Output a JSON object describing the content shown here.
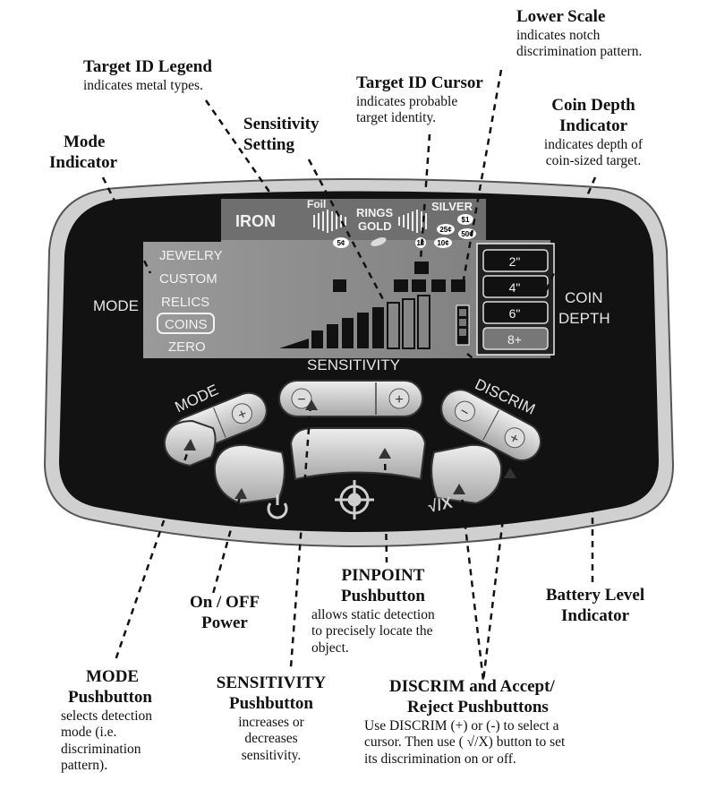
{
  "device": {
    "lcd": {
      "legend": {
        "iron": "IRON",
        "foil": "Foil",
        "rings": "RINGS",
        "gold": "GOLD",
        "silver": "SILVER",
        "coins": [
          "5¢",
          "1¢",
          "10¢",
          "25¢",
          "50¢",
          "$1"
        ]
      },
      "modes": [
        "JEWELRY",
        "CUSTOM",
        "RELICS",
        "COINS",
        "ZERO"
      ],
      "selected_mode": "COINS",
      "mode_label": "MODE",
      "depth_label_1": "COIN",
      "depth_label_2": "DEPTH",
      "depth_values": [
        "2\"",
        "4\"",
        "6\"",
        "8+"
      ]
    },
    "buttons": {
      "mode": "MODE",
      "sensitivity": "SENSITIVITY",
      "discrim": "DISCRIM",
      "plus": "+",
      "minus": "−",
      "accept_reject": "√/X"
    },
    "icons": {
      "power": "power-icon",
      "pinpoint": "crosshair-icon"
    }
  },
  "annotations": {
    "target_id_legend": {
      "title": "Target ID Legend",
      "desc": "indicates metal types."
    },
    "mode_indicator": {
      "title_1": "Mode",
      "title_2": "Indicator"
    },
    "sensitivity_setting": {
      "title_1": "Sensitivity",
      "title_2": "Setting"
    },
    "target_id_cursor": {
      "title": "Target ID Cursor",
      "desc_1": "indicates probable",
      "desc_2": "target identity."
    },
    "lower_scale": {
      "title": "Lower Scale",
      "desc_1": "indicates notch",
      "desc_2": "discrimination pattern."
    },
    "coin_depth": {
      "title_1": "Coin Depth",
      "title_2": "Indicator",
      "desc_1": "indicates depth of",
      "desc_2": "coin-sized target."
    },
    "pinpoint": {
      "title_1": "PINPOINT",
      "title_2": "Pushbutton",
      "desc_1": "allows static detection",
      "desc_2": "to precisely locate the",
      "desc_3": "object."
    },
    "on_off": {
      "title_1": "On / OFF",
      "title_2": "Power"
    },
    "battery": {
      "title_1": "Battery Level",
      "title_2": "Indicator"
    },
    "mode_button": {
      "title_1": "MODE",
      "title_2": "Pushbutton",
      "desc_1": "selects detection",
      "desc_2": "mode (i.e.",
      "desc_3": "discrimination",
      "desc_4": "pattern)."
    },
    "sensitivity_button": {
      "title_1": "SENSITIVITY",
      "title_2": "Pushbutton",
      "desc_1": "increases or",
      "desc_2": "decreases",
      "desc_3": "sensitivity."
    },
    "discrim_button": {
      "title_1": "DISCRIM and Accept/",
      "title_2": "Reject Pushbuttons",
      "desc_1": "Use DISCRIM (+) or (-) to select a",
      "desc_2": "cursor. Then use ( √/X) button to set",
      "desc_3": "its discrimination on or off."
    }
  }
}
